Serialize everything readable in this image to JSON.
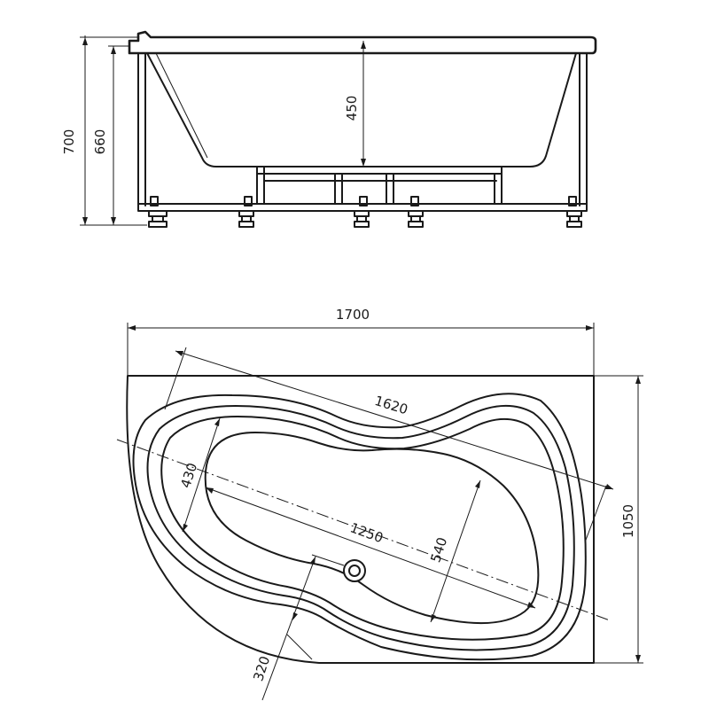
{
  "side_view": {
    "dims": {
      "total_height": "700",
      "body_height": "660",
      "bowl_depth": "450"
    }
  },
  "top_view": {
    "dims": {
      "length": "1700",
      "width": "1050",
      "diagonal_length": "1620",
      "bowl_length": "1250",
      "bowl_width_left": "430",
      "bowl_width_right": "540",
      "drain_offset": "320"
    }
  }
}
